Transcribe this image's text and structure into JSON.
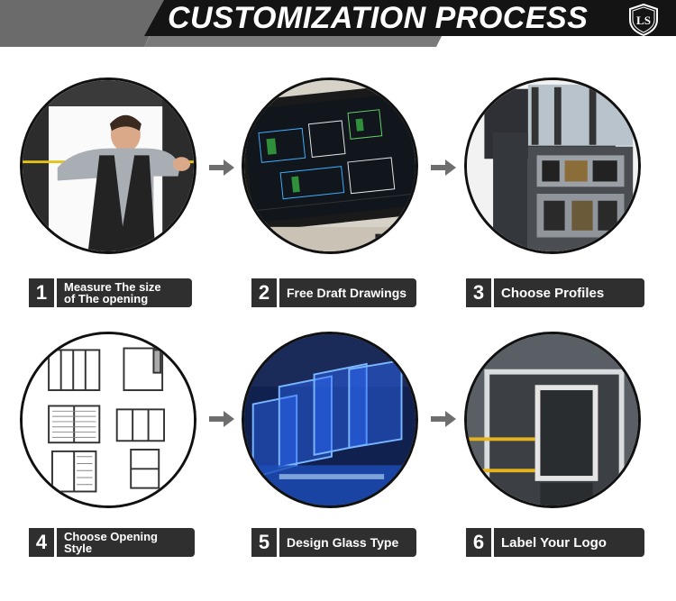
{
  "header": {
    "title": "CUSTOMIZATION PROCESS",
    "logo_text": "LS"
  },
  "colors": {
    "banner_black": "#141414",
    "banner_grey": "#6d6d6d",
    "label_bg": "#2f2f2f",
    "arrow": "#6e6e6e"
  },
  "steps": [
    {
      "number": "1",
      "label_line1": "Measure The size",
      "label_line2": "of The opening",
      "image": "measuring-window-photo"
    },
    {
      "number": "2",
      "label": "Free Draft Drawings",
      "image": "cad-drawing-monitor-photo"
    },
    {
      "number": "3",
      "label": "Choose Profiles",
      "image": "aluminum-profile-section-photo"
    },
    {
      "number": "4",
      "label": "Choose Opening Style",
      "image": "window-style-drawings"
    },
    {
      "number": "5",
      "label": "Design Glass Type",
      "image": "glass-samples-photo"
    },
    {
      "number": "6",
      "label": "Label Your Logo",
      "image": "screen-window-label-photo"
    }
  ]
}
